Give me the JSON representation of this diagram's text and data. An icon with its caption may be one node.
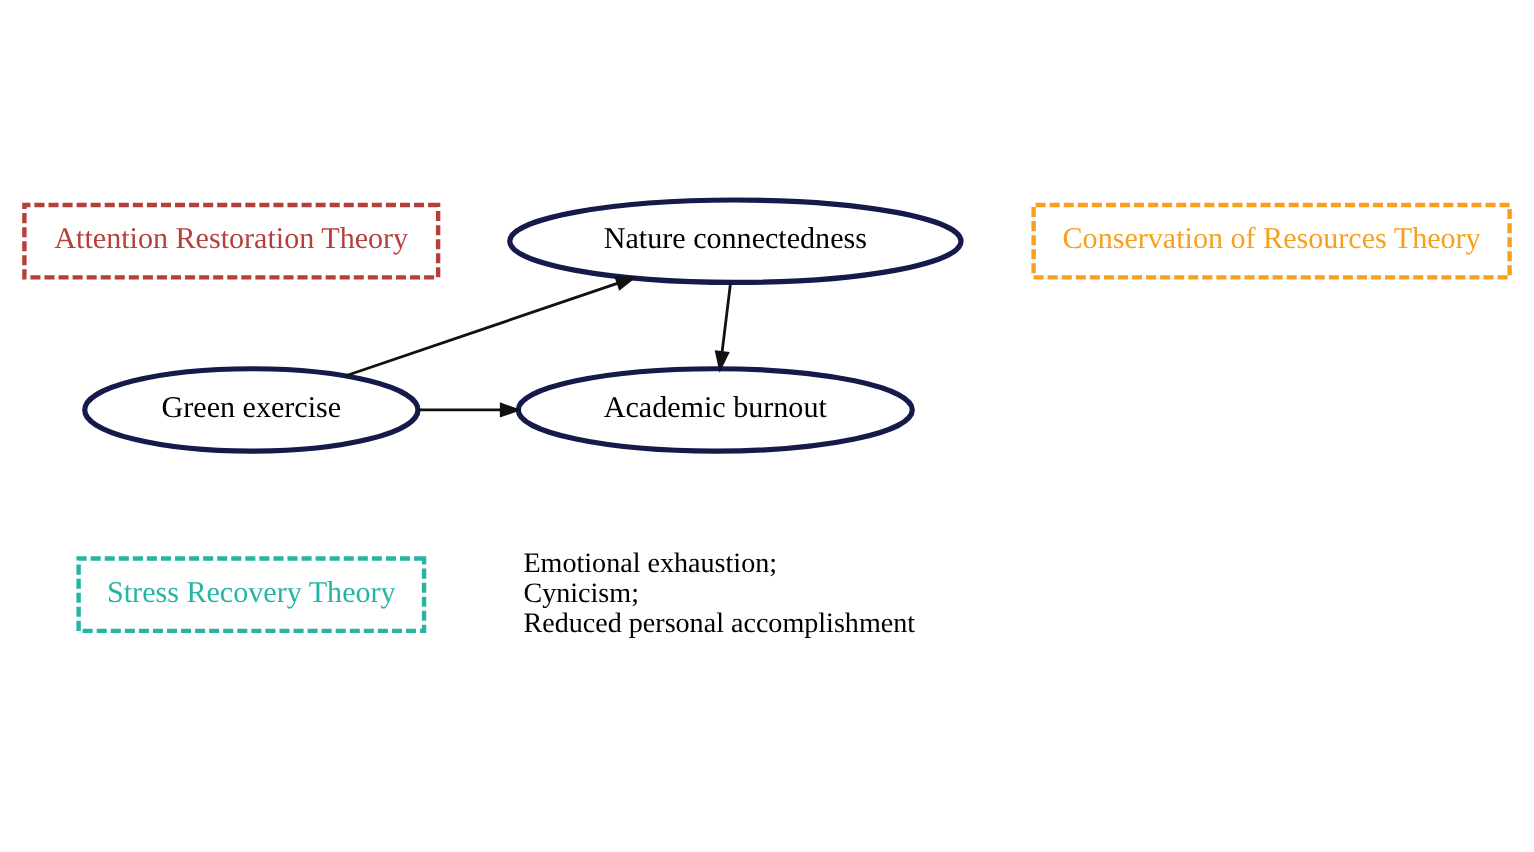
{
  "diagram": {
    "nodes": [
      {
        "text": [
          "Attention Restoration Theory"
        ]
      },
      {
        "text": [
          "Conservation of Resources Theory"
        ]
      },
      {
        "text": [
          "Nature connectedness"
        ]
      },
      {
        "text": [
          "Stress Recovery Theory"
        ]
      },
      {
        "text": [
          "Green exercise"
        ]
      },
      {
        "text": [
          "Academic burnout"
        ],
        "beside": [
          "Emotional exhaustion;",
          "Cynicism;",
          "Reduced personal accomplishment"
        ]
      }
    ],
    "edges": [
      {
        "from": 4,
        "to": 2,
        "arrow": "to"
      },
      {
        "from": 4,
        "to": 5,
        "arrow": "to"
      },
      {
        "from": 2,
        "to": 5,
        "arrow": "to"
      }
    ]
  }
}
